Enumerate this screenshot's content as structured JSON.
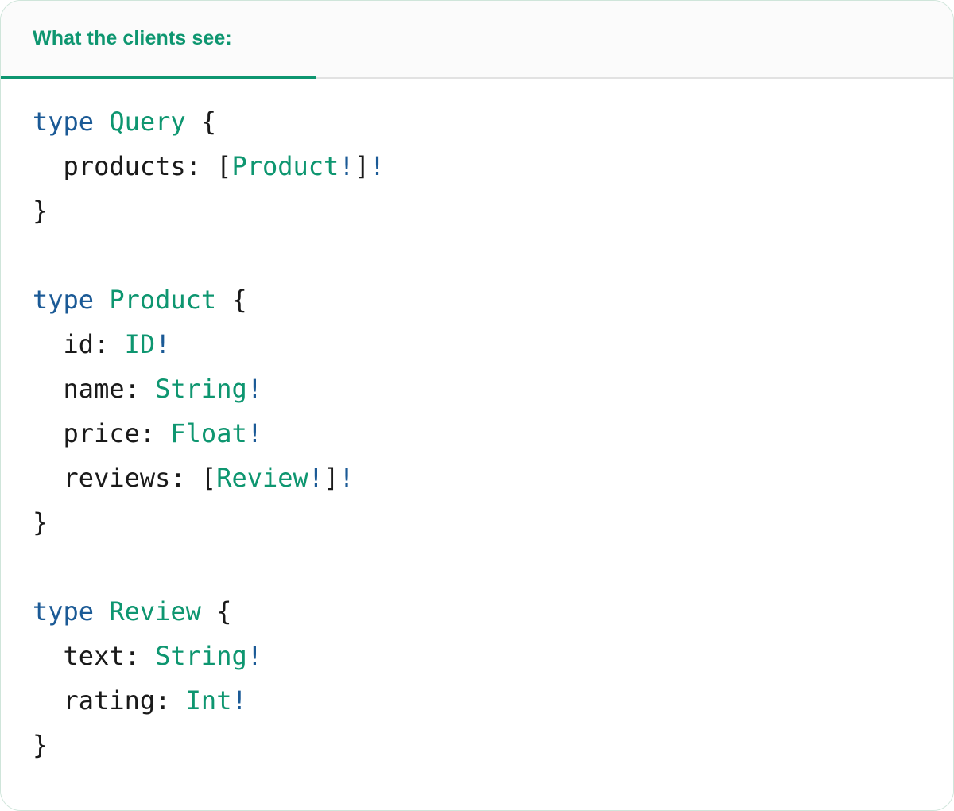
{
  "card": {
    "border_color": "#cfe5da",
    "background": "#ffffff"
  },
  "header": {
    "tab_label": "What the clients see:",
    "accent_color": "#0e9670",
    "background": "#fbfbfb",
    "divider_color": "#e2e2e2"
  },
  "syntax_colors": {
    "keyword": "#1b5a96",
    "type_name": "#0e9670",
    "non_null_bang": "#1b5a96",
    "punctuation": "#1a1a1a",
    "field_name": "#1a1a1a"
  },
  "schema": {
    "language": "graphql",
    "lines": [
      {
        "tokens": [
          {
            "t": "type",
            "c": "kw"
          },
          {
            "t": " ",
            "c": "punc"
          },
          {
            "t": "Query",
            "c": "tname"
          },
          {
            "t": " ",
            "c": "punc"
          },
          {
            "t": "{",
            "c": "punc"
          }
        ]
      },
      {
        "tokens": [
          {
            "t": "  products: ",
            "c": "fld"
          },
          {
            "t": "[",
            "c": "punc"
          },
          {
            "t": "Product",
            "c": "tname"
          },
          {
            "t": "!",
            "c": "bang"
          },
          {
            "t": "]",
            "c": "punc"
          },
          {
            "t": "!",
            "c": "bang"
          }
        ]
      },
      {
        "tokens": [
          {
            "t": "}",
            "c": "punc"
          }
        ]
      },
      {
        "tokens": []
      },
      {
        "tokens": [
          {
            "t": "type",
            "c": "kw"
          },
          {
            "t": " ",
            "c": "punc"
          },
          {
            "t": "Product",
            "c": "tname"
          },
          {
            "t": " ",
            "c": "punc"
          },
          {
            "t": "{",
            "c": "punc"
          }
        ]
      },
      {
        "tokens": [
          {
            "t": "  id: ",
            "c": "fld"
          },
          {
            "t": "ID",
            "c": "tname"
          },
          {
            "t": "!",
            "c": "bang"
          }
        ]
      },
      {
        "tokens": [
          {
            "t": "  name: ",
            "c": "fld"
          },
          {
            "t": "String",
            "c": "tname"
          },
          {
            "t": "!",
            "c": "bang"
          }
        ]
      },
      {
        "tokens": [
          {
            "t": "  price: ",
            "c": "fld"
          },
          {
            "t": "Float",
            "c": "tname"
          },
          {
            "t": "!",
            "c": "bang"
          }
        ]
      },
      {
        "tokens": [
          {
            "t": "  reviews: ",
            "c": "fld"
          },
          {
            "t": "[",
            "c": "punc"
          },
          {
            "t": "Review",
            "c": "tname"
          },
          {
            "t": "!",
            "c": "bang"
          },
          {
            "t": "]",
            "c": "punc"
          },
          {
            "t": "!",
            "c": "bang"
          }
        ]
      },
      {
        "tokens": [
          {
            "t": "}",
            "c": "punc"
          }
        ]
      },
      {
        "tokens": []
      },
      {
        "tokens": [
          {
            "t": "type",
            "c": "kw"
          },
          {
            "t": " ",
            "c": "punc"
          },
          {
            "t": "Review",
            "c": "tname"
          },
          {
            "t": " ",
            "c": "punc"
          },
          {
            "t": "{",
            "c": "punc"
          }
        ]
      },
      {
        "tokens": [
          {
            "t": "  text: ",
            "c": "fld"
          },
          {
            "t": "String",
            "c": "tname"
          },
          {
            "t": "!",
            "c": "bang"
          }
        ]
      },
      {
        "tokens": [
          {
            "t": "  rating: ",
            "c": "fld"
          },
          {
            "t": "Int",
            "c": "tname"
          },
          {
            "t": "!",
            "c": "bang"
          }
        ]
      },
      {
        "tokens": [
          {
            "t": "}",
            "c": "punc"
          }
        ]
      }
    ],
    "plain_text": "type Query {\n  products: [Product!]!\n}\n\ntype Product {\n  id: ID!\n  name: String!\n  price: Float!\n  reviews: [Review!]!\n}\n\ntype Review {\n  text: String!\n  rating: Int!\n}"
  }
}
